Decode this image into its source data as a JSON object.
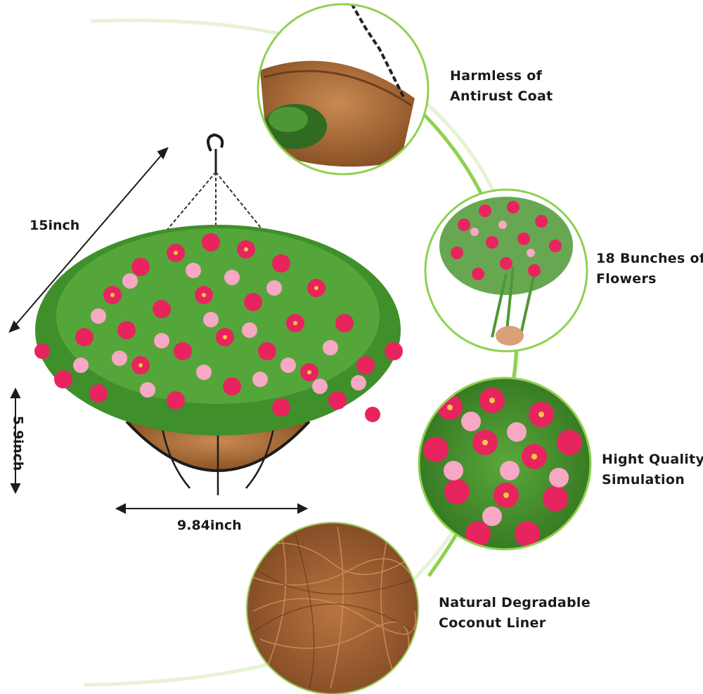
{
  "dimensions": {
    "diameter": "15inch",
    "height": "5.9inch",
    "basket_width": "9.84inch"
  },
  "features": [
    {
      "line1": "Harmless of",
      "line2": "Antirust Coat",
      "icon": "basket-chain-photo"
    },
    {
      "line1": "18 Bunches of",
      "line2": "Flowers",
      "icon": "flower-bunch-photo"
    },
    {
      "line1": "Hight Quality",
      "line2": "Simulation",
      "icon": "flower-closeup-photo"
    },
    {
      "line1": "Natural Degradable",
      "line2": "Coconut Liner",
      "icon": "coconut-fiber-photo"
    }
  ],
  "colors": {
    "accent_arc": "#8fd14f",
    "flower_pink": "#e8245e",
    "flower_light": "#f7a8c4",
    "leaf_green": "#3f8f2a",
    "coir_brown": "#a86a3a",
    "frame_black": "#1c1c1c"
  }
}
